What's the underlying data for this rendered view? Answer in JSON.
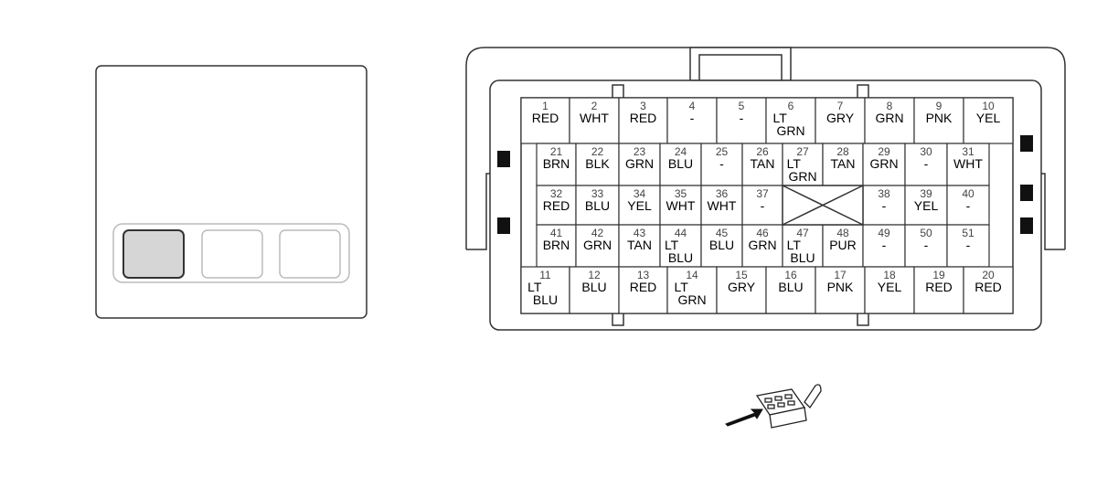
{
  "pins": [
    {
      "n": "1",
      "c": [
        "RED"
      ]
    },
    {
      "n": "2",
      "c": [
        "WHT"
      ]
    },
    {
      "n": "3",
      "c": [
        "RED"
      ]
    },
    {
      "n": "4",
      "c": [
        "-"
      ]
    },
    {
      "n": "5",
      "c": [
        "-"
      ]
    },
    {
      "n": "6",
      "c": [
        "LT",
        "GRN"
      ]
    },
    {
      "n": "7",
      "c": [
        "GRY"
      ]
    },
    {
      "n": "8",
      "c": [
        "GRN"
      ]
    },
    {
      "n": "9",
      "c": [
        "PNK"
      ]
    },
    {
      "n": "10",
      "c": [
        "YEL"
      ]
    },
    {
      "n": "21",
      "c": [
        "BRN"
      ]
    },
    {
      "n": "22",
      "c": [
        "BLK"
      ]
    },
    {
      "n": "23",
      "c": [
        "GRN"
      ]
    },
    {
      "n": "24",
      "c": [
        "BLU"
      ]
    },
    {
      "n": "25",
      "c": [
        "-"
      ]
    },
    {
      "n": "26",
      "c": [
        "TAN"
      ]
    },
    {
      "n": "27",
      "c": [
        "LT",
        "GRN"
      ]
    },
    {
      "n": "28",
      "c": [
        "TAN"
      ]
    },
    {
      "n": "29",
      "c": [
        "GRN"
      ]
    },
    {
      "n": "30",
      "c": [
        "-"
      ]
    },
    {
      "n": "31",
      "c": [
        "WHT"
      ]
    },
    {
      "n": "32",
      "c": [
        "RED"
      ]
    },
    {
      "n": "33",
      "c": [
        "BLU"
      ]
    },
    {
      "n": "34",
      "c": [
        "YEL"
      ]
    },
    {
      "n": "35",
      "c": [
        "WHT"
      ]
    },
    {
      "n": "36",
      "c": [
        "WHT"
      ]
    },
    {
      "n": "37",
      "c": [
        "-"
      ]
    },
    {
      "n": "38",
      "c": [
        "-"
      ]
    },
    {
      "n": "39",
      "c": [
        "YEL"
      ]
    },
    {
      "n": "40",
      "c": [
        "-"
      ]
    },
    {
      "n": "41",
      "c": [
        "BRN"
      ]
    },
    {
      "n": "42",
      "c": [
        "GRN"
      ]
    },
    {
      "n": "43",
      "c": [
        "TAN"
      ]
    },
    {
      "n": "44",
      "c": [
        "LT",
        "BLU"
      ]
    },
    {
      "n": "45",
      "c": [
        "BLU"
      ]
    },
    {
      "n": "46",
      "c": [
        "GRN"
      ]
    },
    {
      "n": "47",
      "c": [
        "LT",
        "BLU"
      ]
    },
    {
      "n": "48",
      "c": [
        "PUR"
      ]
    },
    {
      "n": "49",
      "c": [
        "-"
      ]
    },
    {
      "n": "50",
      "c": [
        "-"
      ]
    },
    {
      "n": "51",
      "c": [
        "-"
      ]
    },
    {
      "n": "11",
      "c": [
        "LT",
        "BLU"
      ]
    },
    {
      "n": "12",
      "c": [
        "BLU"
      ]
    },
    {
      "n": "13",
      "c": [
        "RED"
      ]
    },
    {
      "n": "14",
      "c": [
        "LT",
        "GRN"
      ]
    },
    {
      "n": "15",
      "c": [
        "GRY"
      ]
    },
    {
      "n": "16",
      "c": [
        "BLU"
      ]
    },
    {
      "n": "17",
      "c": [
        "PNK"
      ]
    },
    {
      "n": "18",
      "c": [
        "YEL"
      ]
    },
    {
      "n": "19",
      "c": [
        "RED"
      ]
    },
    {
      "n": "20",
      "c": [
        "RED"
      ]
    }
  ],
  "colors": {
    "line": "#333333",
    "face": "#ffffff",
    "selected_fill": "#d6d6d6",
    "light_line": "#aaaaaa"
  }
}
